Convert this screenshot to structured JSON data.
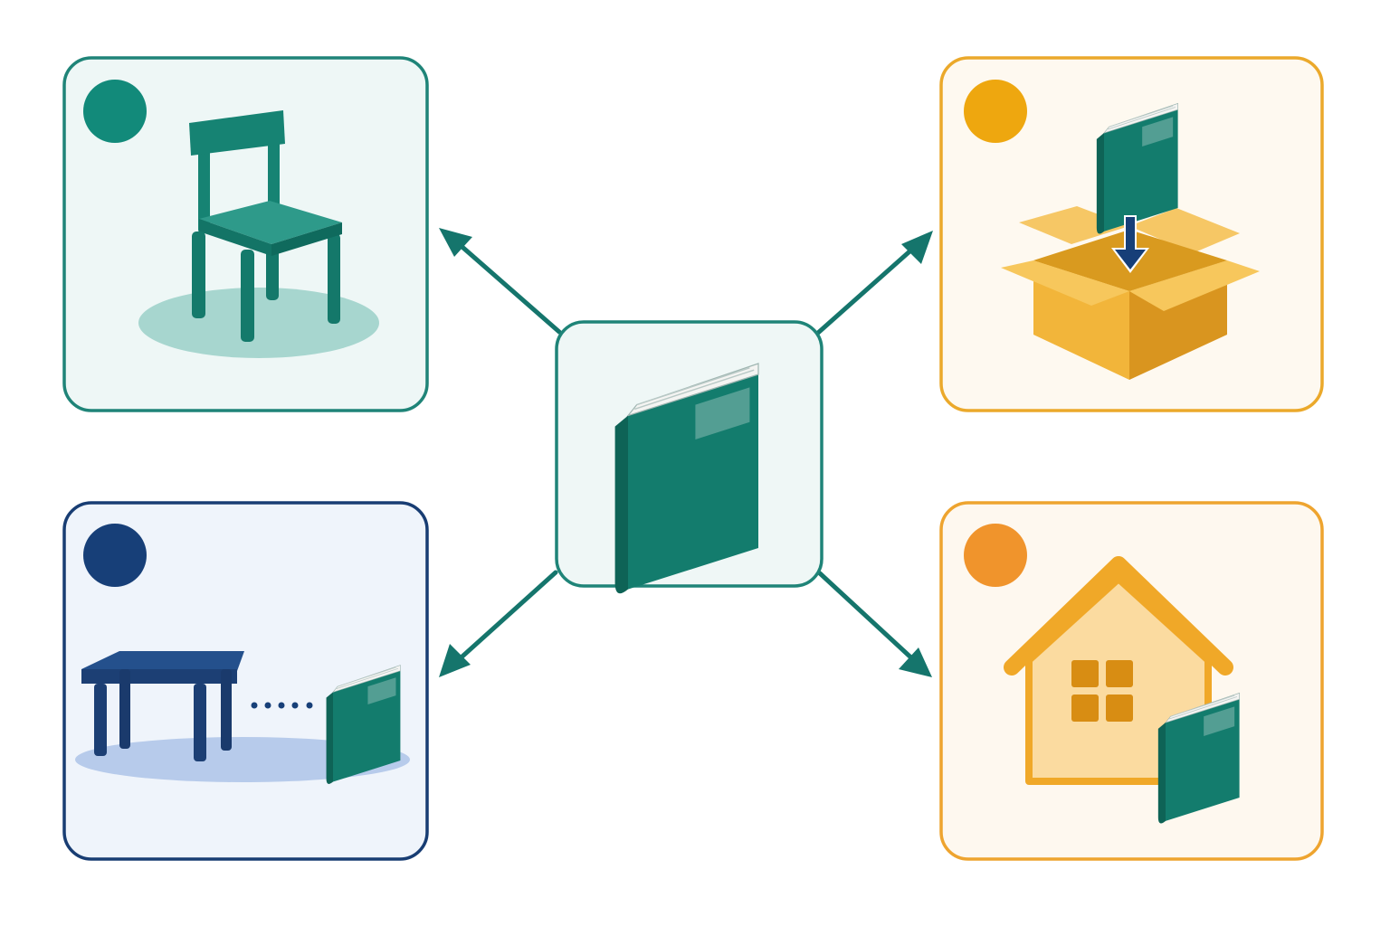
{
  "diagram": {
    "center": {
      "label": "",
      "icon": "book-icon"
    },
    "panels": [
      {
        "id": "top-left",
        "icon": "chair-icon",
        "badge_color": "#128a7a",
        "border_color": "#1f8478",
        "fill_color": "#eef7f6"
      },
      {
        "id": "top-right",
        "icon": "book-into-box-icon",
        "badge_color": "#eea70f",
        "border_color": "#eba92b",
        "fill_color": "#fef9f0"
      },
      {
        "id": "bottom-left",
        "icon": "book-beside-table-icon",
        "badge_color": "#173f78",
        "border_color": "#183d73",
        "fill_color": "#eff4fb"
      },
      {
        "id": "bottom-right",
        "icon": "book-by-house-icon",
        "badge_color": "#f0942c",
        "border_color": "#eea42f",
        "fill_color": "#fef8ef"
      }
    ],
    "colors": {
      "arrow": "#15756c",
      "book": "#137c6d",
      "box": "#f2b53a",
      "house": "#f0a828",
      "table": "#1c3f74"
    }
  }
}
